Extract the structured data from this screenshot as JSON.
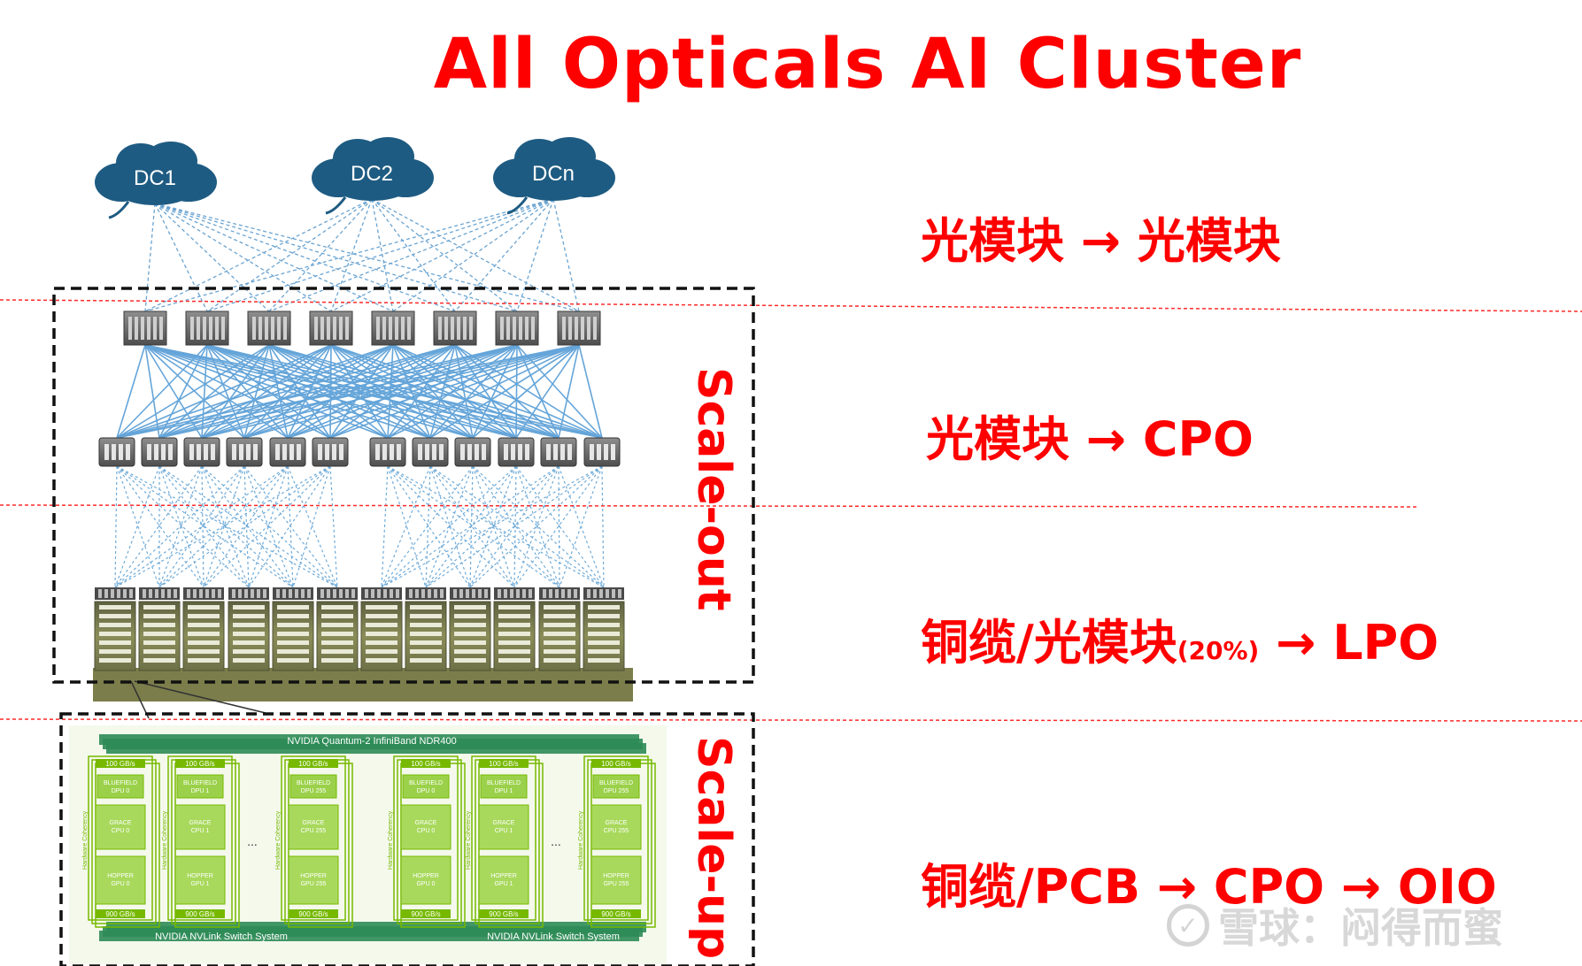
{
  "title": "All  Opticals AI Cluster",
  "clouds": [
    "DC1",
    "DC2",
    "DCn"
  ],
  "scale_labels": {
    "scale_out": "Scale-out",
    "scale_up": "Scale-up"
  },
  "tiers": [
    {
      "text": "光模块 → 光模块"
    },
    {
      "text": "光模块 → CPO"
    },
    {
      "text_main": "铜缆/光模块",
      "text_small": "(20%)",
      "text_tail": " → LPO"
    },
    {
      "text": "铜缆/PCB → CPO → OIO"
    }
  ],
  "nvidia_panel": {
    "top_bar": "NVIDIA Quantum-2 InfiniBand NDR400",
    "bottom_bar": "NVIDIA NVLink Switch System",
    "link_top": "100 GB/s",
    "link_bottom": "900 GB/s",
    "dpu_labels": [
      "BLUEFIELD DPU 0",
      "BLUEFIELD DPU 1",
      "BLUEFIELD DPU 255"
    ],
    "cpu_labels": [
      "GRACE CPU 0",
      "GRACE CPU 1",
      "GRACE CPU 255"
    ],
    "gpu_labels": [
      "HOPPER GPU 0",
      "HOPPER GPU 1",
      "HOPPER GPU 255"
    ],
    "side_label": "Hardware Coherency",
    "ellipsis": "..."
  },
  "watermark": "雪球：闷得而蜜",
  "colors": {
    "accent": "#ff0000",
    "cloud": "#1e5b82",
    "link": "#2f7fc0",
    "switch": "#6b6b6b",
    "rack": "#7d7f4a",
    "nvidia_green": "#76b900"
  }
}
